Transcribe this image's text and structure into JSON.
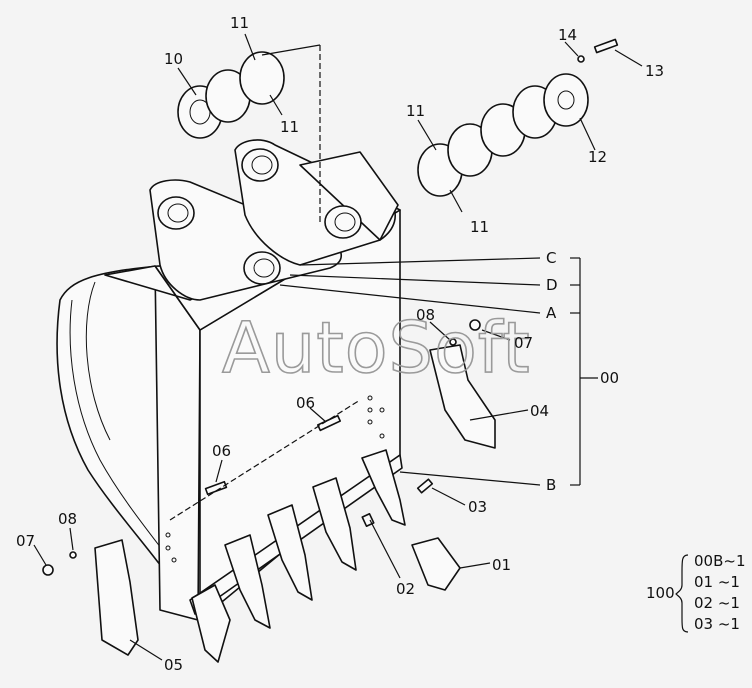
{
  "watermark": "AutoSoft",
  "callouts": {
    "c10": "10",
    "c11a": "11",
    "c11b": "11",
    "c11c": "11",
    "c11d": "11",
    "c14": "14",
    "c13": "13",
    "c12": "12",
    "cC": "C",
    "cD": "D",
    "cA": "A",
    "cB": "B",
    "c00": "00",
    "c08a": "08",
    "c07a": "07",
    "c04": "04",
    "c06a": "06",
    "c06b": "06",
    "c03": "03",
    "c08b": "08",
    "c07b": "07",
    "c05": "05",
    "c01": "01",
    "c02": "02"
  },
  "variants": {
    "label": "100",
    "items": [
      "00B~1",
      "01  ~1",
      "02  ~1",
      "03  ~1"
    ]
  }
}
